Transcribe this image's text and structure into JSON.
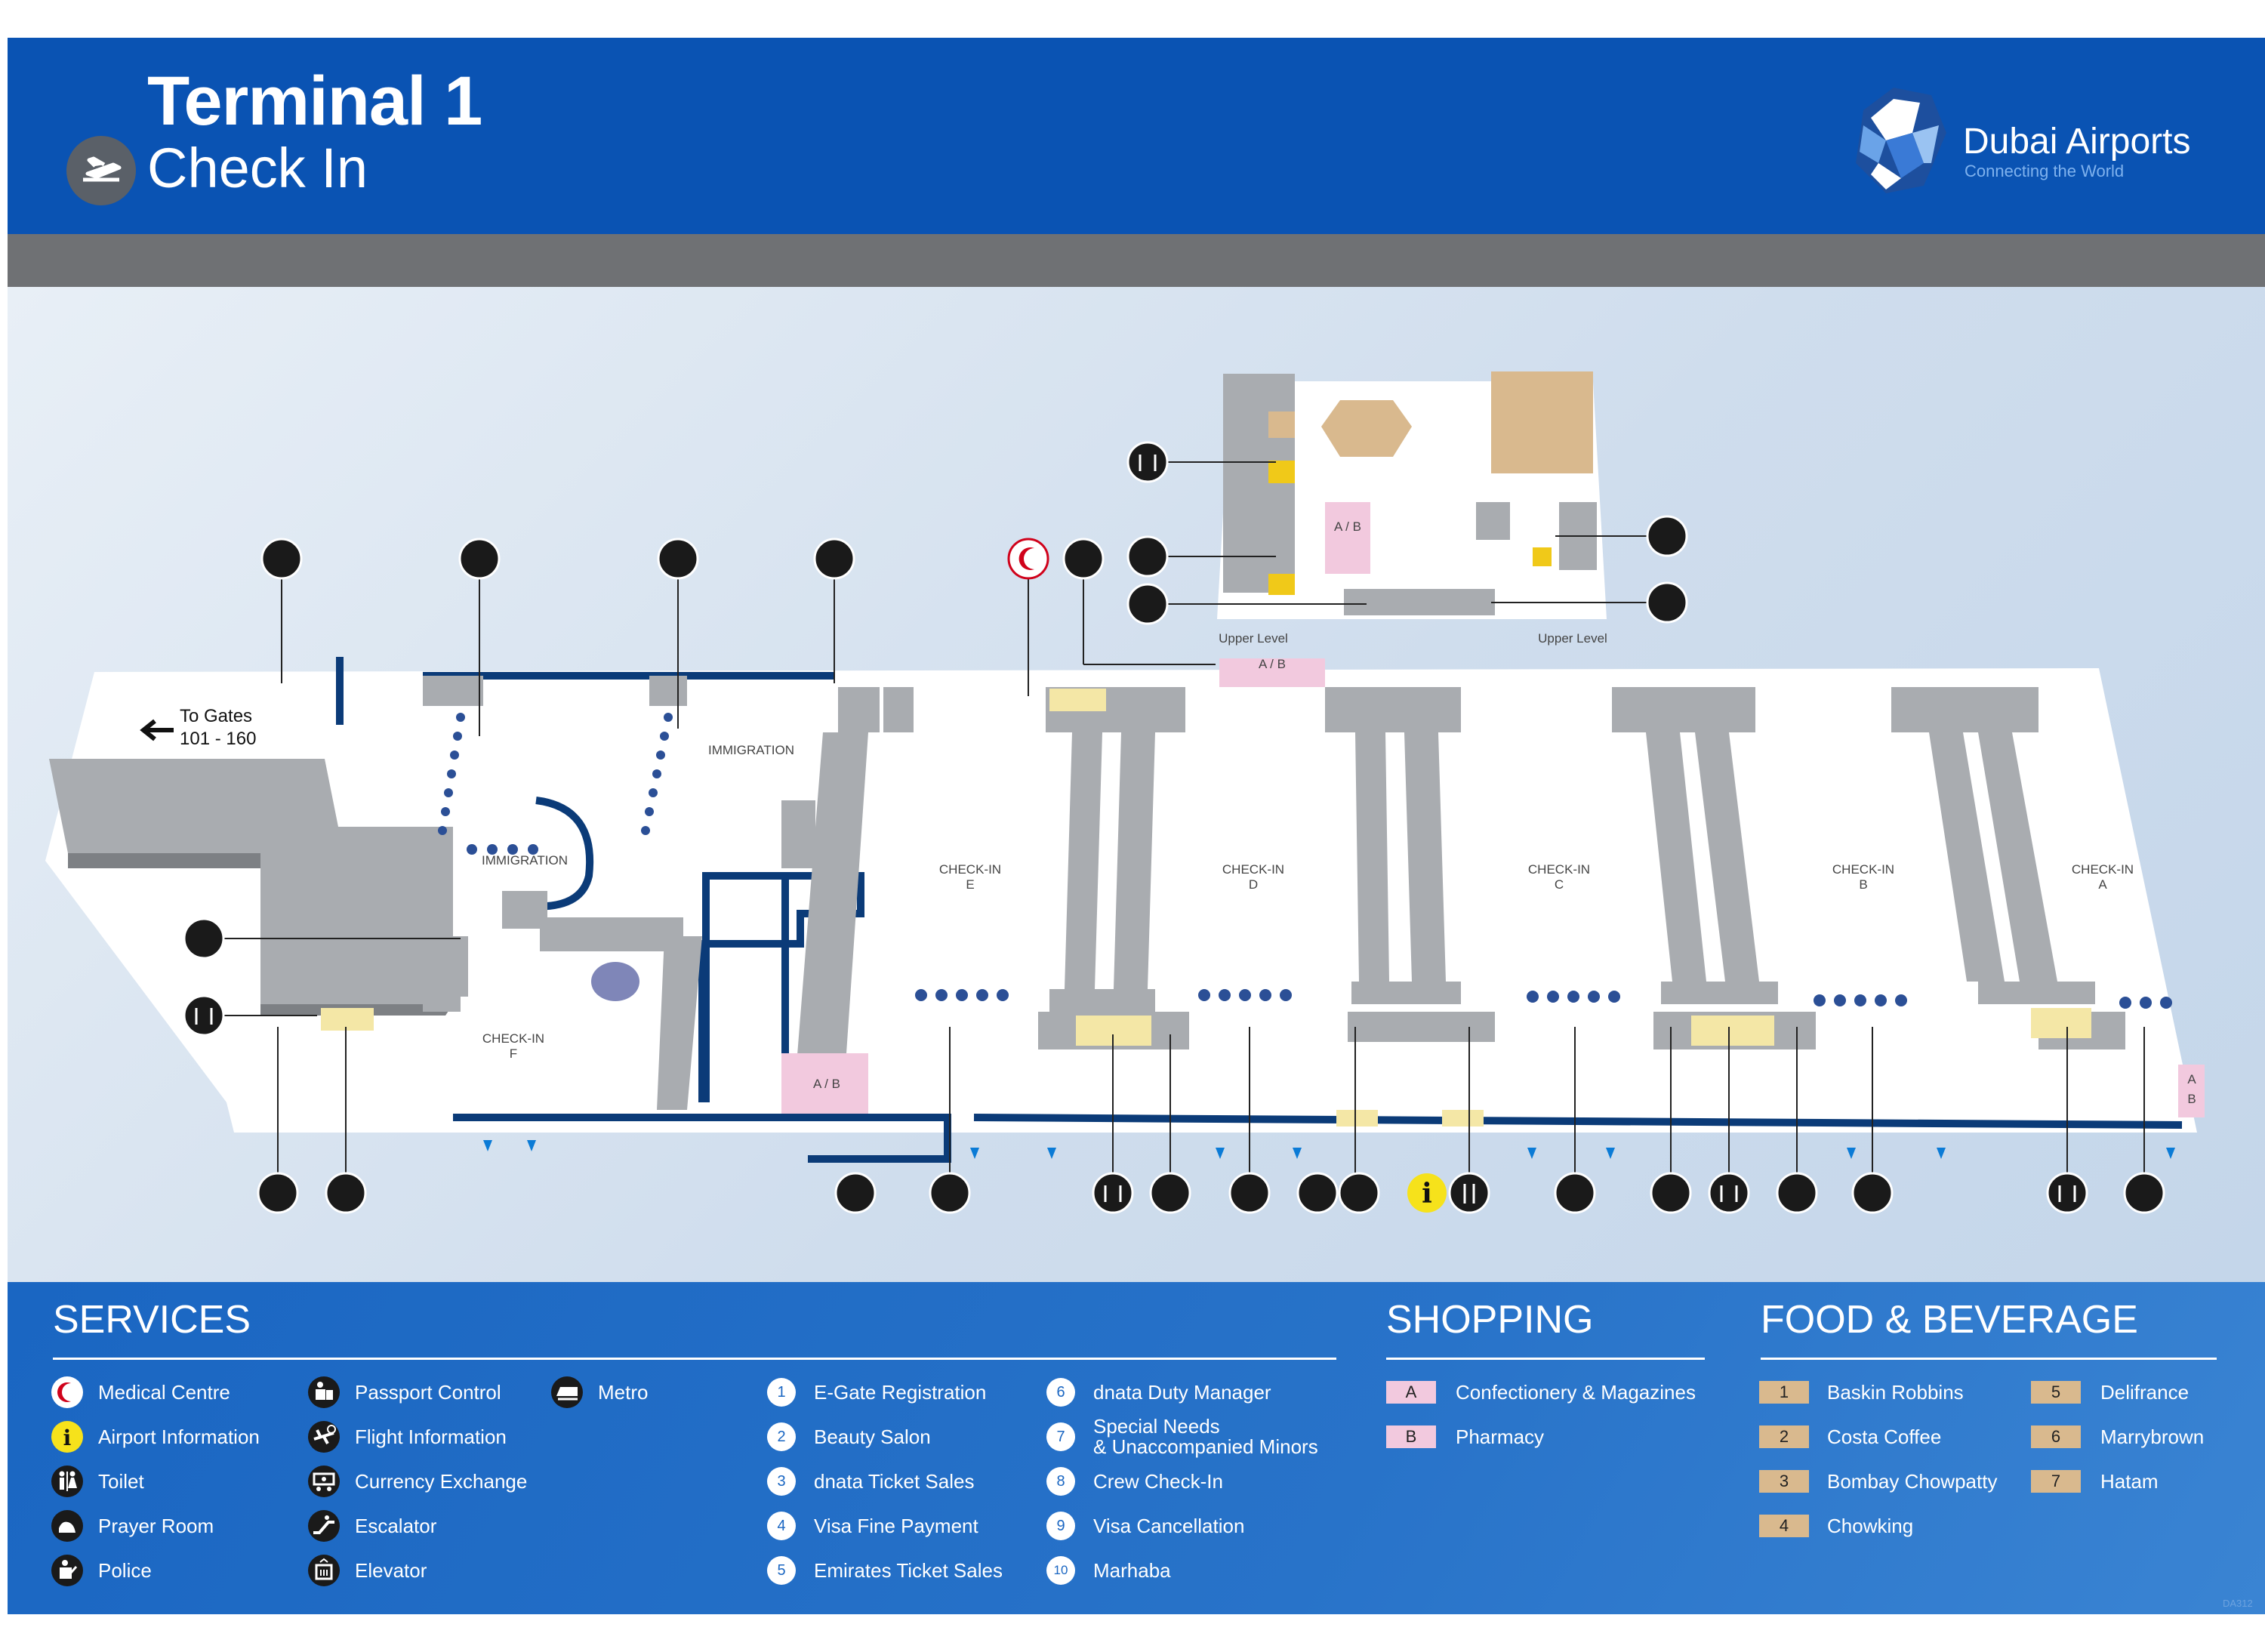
{
  "header": {
    "title_line1": "Terminal 1",
    "title_line2": "Check In",
    "brand_name": "Dubai Airports",
    "brand_tagline": "Connecting the World"
  },
  "map": {
    "to_gates_line1": "To Gates",
    "to_gates_line2": "101 - 160",
    "immigration_label": "IMMIGRATION",
    "checkin_prefix": "CHECK-IN",
    "checkin_zones": [
      "F",
      "E",
      "D",
      "C",
      "B",
      "A"
    ],
    "upper_level_label": "Upper Level",
    "shop_ab": "A / B",
    "shop_a": "A",
    "shop_b": "B"
  },
  "legend": {
    "services_title": "SERVICES",
    "shopping_title": "SHOPPING",
    "food_title": "FOOD & BEVERAGE",
    "services_col1": [
      "Medical Centre",
      "Airport Information",
      "Toilet",
      "Prayer Room",
      "Police"
    ],
    "services_col2": [
      "Passport Control",
      "Flight Information",
      "Currency Exchange",
      "Escalator",
      "Elevator"
    ],
    "services_col3": [
      "Metro"
    ],
    "numbered_col1": [
      {
        "num": "1",
        "label": "E-Gate Registration"
      },
      {
        "num": "2",
        "label": "Beauty Salon"
      },
      {
        "num": "3",
        "label": "dnata Ticket Sales"
      },
      {
        "num": "4",
        "label": "Visa Fine Payment"
      },
      {
        "num": "5",
        "label": "Emirates Ticket Sales"
      }
    ],
    "numbered_col2": [
      {
        "num": "6",
        "label": "dnata Duty Manager"
      },
      {
        "num": "7",
        "label": "Special Needs\n& Unaccompanied Minors"
      },
      {
        "num": "8",
        "label": "Crew Check-In"
      },
      {
        "num": "9",
        "label": "Visa Cancellation"
      },
      {
        "num": "10",
        "label": "Marhaba"
      }
    ],
    "shopping": [
      {
        "code": "A",
        "label": "Confectionery & Magazines"
      },
      {
        "code": "B",
        "label": "Pharmacy"
      }
    ],
    "food_col1": [
      {
        "code": "1",
        "label": "Baskin Robbins"
      },
      {
        "code": "2",
        "label": "Costa Coffee"
      },
      {
        "code": "3",
        "label": "Bombay Chowpatty"
      },
      {
        "code": "4",
        "label": "Chowking"
      }
    ],
    "food_col2": [
      {
        "code": "5",
        "label": "Delifrance"
      },
      {
        "code": "6",
        "label": "Marrybrown"
      },
      {
        "code": "7",
        "label": "Hatam"
      }
    ],
    "doc_code": "DA312"
  },
  "colors": {
    "header_blue": "#0a53b3",
    "wall_navy": "#0b3b78",
    "counter_grey": "#a8abaf",
    "food_tan": "#d9b98e",
    "shop_pink": "#f2c9de",
    "info_yellow": "#f6e21b",
    "medical_red": "#d0021b"
  }
}
